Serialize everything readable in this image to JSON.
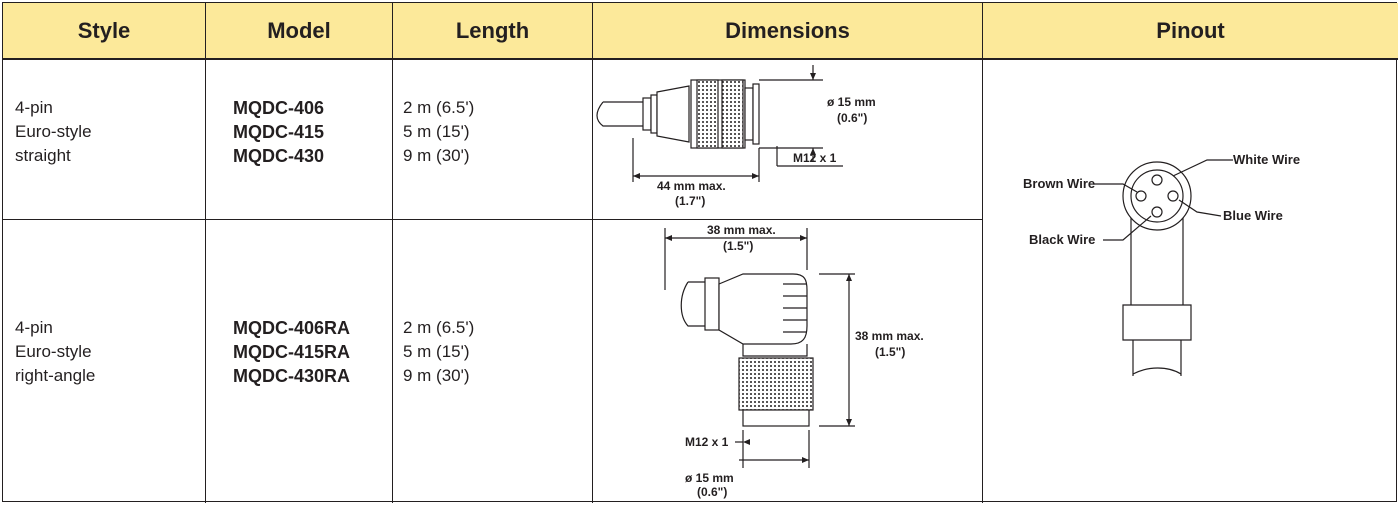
{
  "headers": {
    "style": "Style",
    "model": "Model",
    "length": "Length",
    "dimensions": "Dimensions",
    "pinout": "Pinout"
  },
  "rows": [
    {
      "style": [
        "4-pin",
        "Euro-style",
        "straight"
      ],
      "models": [
        "MQDC-406",
        "MQDC-415",
        "MQDC-430"
      ],
      "lengths": [
        "2 m (6.5')",
        "5 m (15')",
        "9 m (30')"
      ],
      "dimensions": {
        "diameter": "ø 15 mm",
        "diameter_in": "(0.6\")",
        "length": "44 mm max.",
        "length_in": "(1.7\")",
        "thread": "M12 x 1"
      }
    },
    {
      "style": [
        "4-pin",
        "Euro-style",
        "right-angle"
      ],
      "models": [
        "MQDC-406RA",
        "MQDC-415RA",
        "MQDC-430RA"
      ],
      "lengths": [
        "2 m (6.5')",
        "5 m (15')",
        "9 m (30')"
      ],
      "dimensions": {
        "width": "38 mm max.",
        "width_in": "(1.5\")",
        "height": "38 mm max.",
        "height_in": "(1.5\")",
        "thread": "M12 x 1",
        "diameter": "ø 15 mm",
        "diameter_in": "(0.6\")"
      }
    }
  ],
  "pinout": {
    "white": "White Wire",
    "brown": "Brown Wire",
    "blue": "Blue Wire",
    "black": "Black Wire"
  },
  "colors": {
    "header_bg": "#fce99a",
    "line": "#231f20"
  }
}
